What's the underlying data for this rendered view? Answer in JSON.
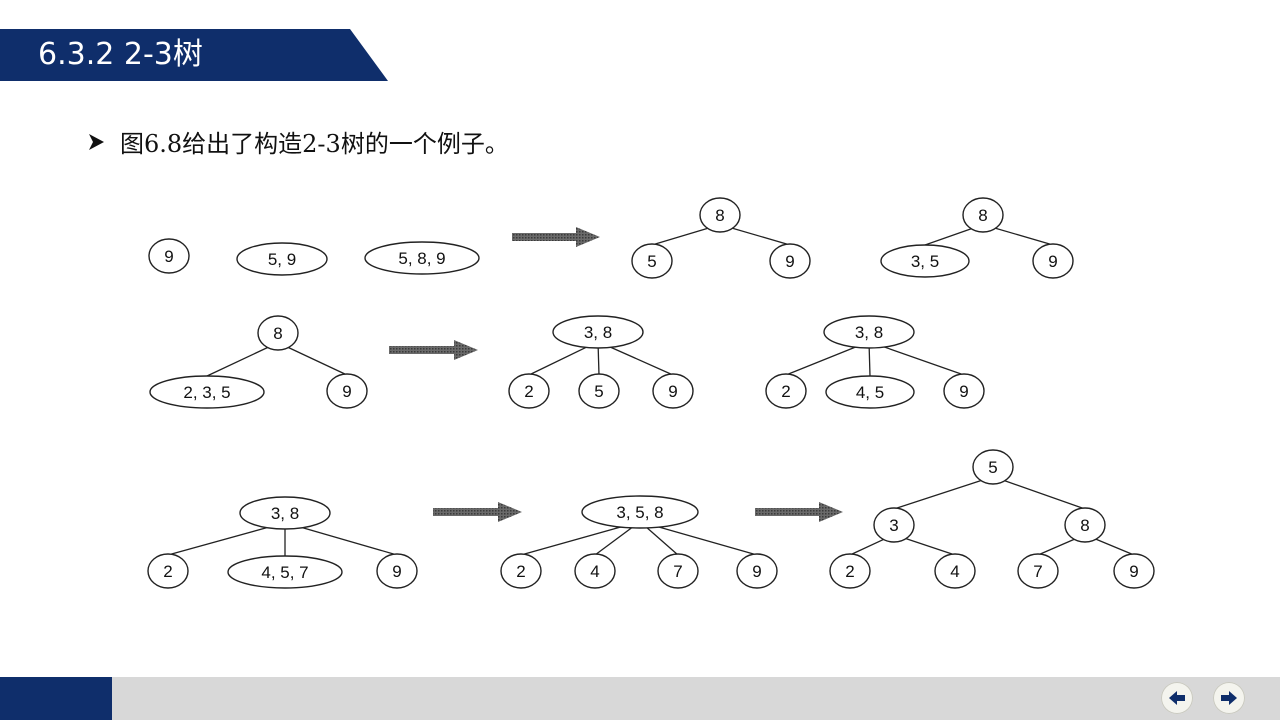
{
  "slide": {
    "title": "6.3.2  2-3树",
    "bullet": "图6.8给出了构造2-3树的一个例子。"
  },
  "diagram": {
    "nodes": [
      {
        "id": "r1_a",
        "label": "9"
      },
      {
        "id": "r1_b",
        "label": "5, 9"
      },
      {
        "id": "r1_c",
        "label": "5, 8, 9"
      },
      {
        "id": "r1_t1_root",
        "label": "8"
      },
      {
        "id": "r1_t1_l",
        "label": "5"
      },
      {
        "id": "r1_t1_r",
        "label": "9"
      },
      {
        "id": "r1_t2_root",
        "label": "8"
      },
      {
        "id": "r1_t2_l",
        "label": "3, 5"
      },
      {
        "id": "r1_t2_r",
        "label": "9"
      },
      {
        "id": "r2_t1_root",
        "label": "8"
      },
      {
        "id": "r2_t1_l",
        "label": "2, 3, 5"
      },
      {
        "id": "r2_t1_r",
        "label": "9"
      },
      {
        "id": "r2_t2_root",
        "label": "3, 8"
      },
      {
        "id": "r2_t2_a",
        "label": "2"
      },
      {
        "id": "r2_t2_b",
        "label": "5"
      },
      {
        "id": "r2_t2_c",
        "label": "9"
      },
      {
        "id": "r2_t3_root",
        "label": "3, 8"
      },
      {
        "id": "r2_t3_a",
        "label": "2"
      },
      {
        "id": "r2_t3_b",
        "label": "4, 5"
      },
      {
        "id": "r2_t3_c",
        "label": "9"
      },
      {
        "id": "r3_t1_root",
        "label": "3, 8"
      },
      {
        "id": "r3_t1_a",
        "label": "2"
      },
      {
        "id": "r3_t1_b",
        "label": "4, 5, 7"
      },
      {
        "id": "r3_t1_c",
        "label": "9"
      },
      {
        "id": "r3_t2_root",
        "label": "3, 5, 8"
      },
      {
        "id": "r3_t2_a",
        "label": "2"
      },
      {
        "id": "r3_t2_b",
        "label": "4"
      },
      {
        "id": "r3_t2_c",
        "label": "7"
      },
      {
        "id": "r3_t2_d",
        "label": "9"
      },
      {
        "id": "r3_t3_root",
        "label": "5"
      },
      {
        "id": "r3_t3_l",
        "label": "3"
      },
      {
        "id": "r3_t3_r",
        "label": "8"
      },
      {
        "id": "r3_t3_ll",
        "label": "2"
      },
      {
        "id": "r3_t3_lr",
        "label": "4"
      },
      {
        "id": "r3_t3_rl",
        "label": "7"
      },
      {
        "id": "r3_t3_rr",
        "label": "9"
      }
    ],
    "edges": [
      [
        "r1_t1_root",
        "r1_t1_l"
      ],
      [
        "r1_t1_root",
        "r1_t1_r"
      ],
      [
        "r1_t2_root",
        "r1_t2_l"
      ],
      [
        "r1_t2_root",
        "r1_t2_r"
      ],
      [
        "r2_t1_root",
        "r2_t1_l"
      ],
      [
        "r2_t1_root",
        "r2_t1_r"
      ],
      [
        "r2_t2_root",
        "r2_t2_a"
      ],
      [
        "r2_t2_root",
        "r2_t2_b"
      ],
      [
        "r2_t2_root",
        "r2_t2_c"
      ],
      [
        "r2_t3_root",
        "r2_t3_a"
      ],
      [
        "r2_t3_root",
        "r2_t3_b"
      ],
      [
        "r2_t3_root",
        "r2_t3_c"
      ],
      [
        "r3_t1_root",
        "r3_t1_a"
      ],
      [
        "r3_t1_root",
        "r3_t1_b"
      ],
      [
        "r3_t1_root",
        "r3_t1_c"
      ],
      [
        "r3_t2_root",
        "r3_t2_a"
      ],
      [
        "r3_t2_root",
        "r3_t2_b"
      ],
      [
        "r3_t2_root",
        "r3_t2_c"
      ],
      [
        "r3_t2_root",
        "r3_t2_d"
      ],
      [
        "r3_t3_root",
        "r3_t3_l"
      ],
      [
        "r3_t3_root",
        "r3_t3_r"
      ],
      [
        "r3_t3_l",
        "r3_t3_ll"
      ],
      [
        "r3_t3_l",
        "r3_t3_lr"
      ],
      [
        "r3_t3_r",
        "r3_t3_rl"
      ],
      [
        "r3_t3_r",
        "r3_t3_rr"
      ]
    ]
  },
  "colors": {
    "banner": "#0f2e6b",
    "footer": "#d8d8d8",
    "arrow": "#555555"
  },
  "nav": {
    "prev_icon": "arrow-left-icon",
    "next_icon": "arrow-right-icon"
  }
}
